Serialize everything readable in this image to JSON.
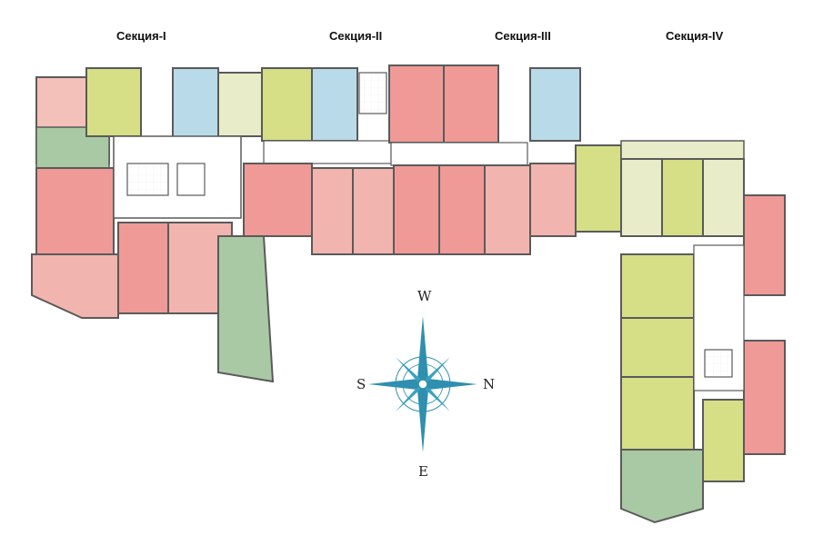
{
  "sections": [
    {
      "title": "Секция-I"
    },
    {
      "title": "Секция-II"
    },
    {
      "title": "Секция-III"
    },
    {
      "title": "Секция-IV"
    }
  ],
  "compass": {
    "north": "N",
    "south": "S",
    "west": "W",
    "east": "E"
  },
  "colors": {
    "pink": "#ef9a96",
    "salmon": "#f2b4ae",
    "yellow": "#d6de86",
    "blue": "#b9dbe9",
    "green": "#a9c9a4",
    "cream": "#e9ecc9",
    "wall": "#5a5a5a",
    "corridor": "#ffffff",
    "compass": "#2f8fae"
  }
}
